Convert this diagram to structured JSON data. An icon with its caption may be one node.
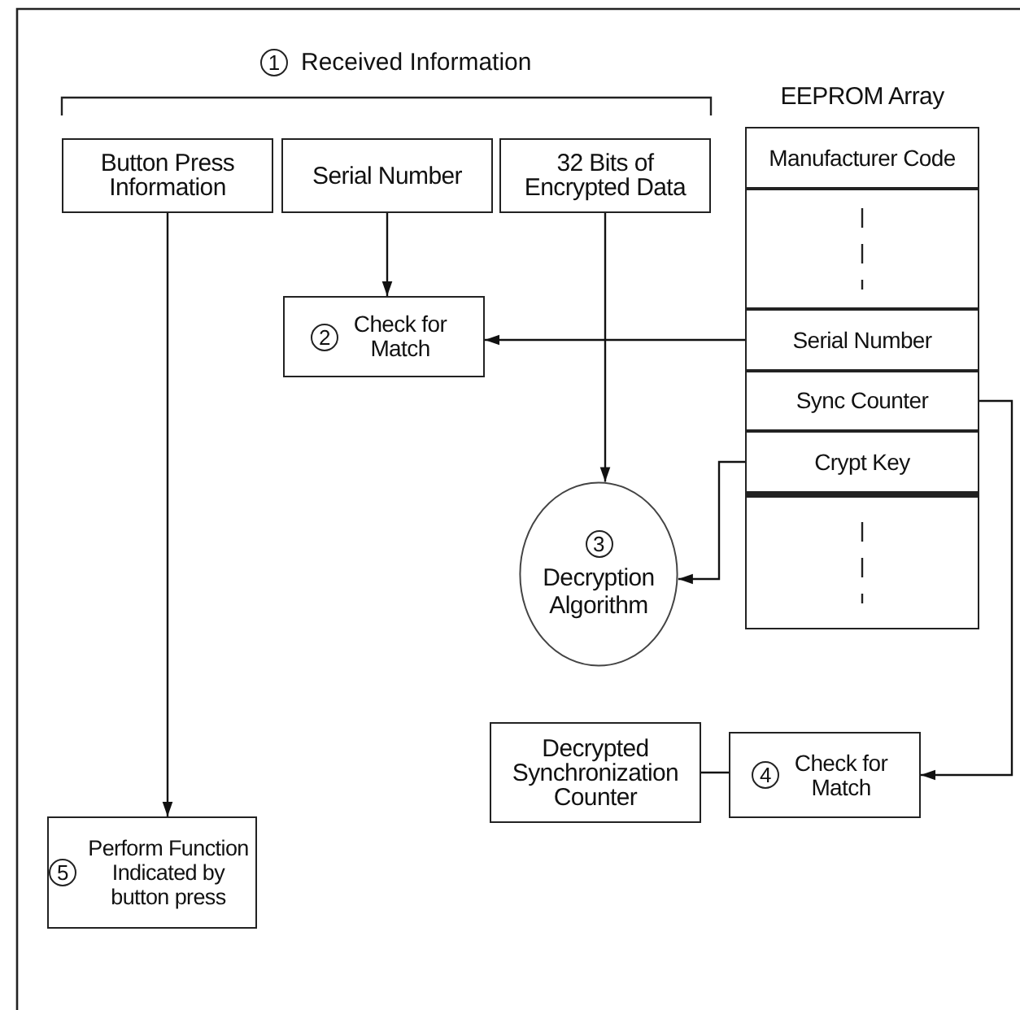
{
  "diagram": {
    "nodes": [
      {
        "text": [
          "Button Press Information"
        ]
      },
      {
        "text": [
          "Serial Number"
        ]
      },
      {
        "text": [
          "32 Bits of Encrypted Data"
        ]
      },
      {
        "text": [
          "EEPROM Array"
        ]
      },
      {
        "text": [
          "Manufacturer Code"
        ],
        "in": 3
      },
      {
        "text": [],
        "shape": "box",
        "in": 3
      },
      {
        "text": [
          "Serial Number"
        ],
        "in": 3
      },
      {
        "text": [
          "Sync Counter"
        ],
        "in": 3
      },
      {
        "text": [
          "Crypt Key"
        ],
        "in": 3
      },
      {
        "text": [],
        "shape": "box",
        "in": 3
      },
      {
        "text": [
          "2",
          "Check for Match"
        ]
      },
      {
        "text": [
          "3",
          "Decryption Algorithm"
        ]
      },
      {
        "text": [
          "Decrypted Synchronization Counter"
        ]
      },
      {
        "text": [
          "4",
          "Check for Match"
        ]
      },
      {
        "text": [
          "5",
          "Perform Function Indicated by button press"
        ]
      }
    ],
    "edges": [
      {
        "from": 0,
        "to": 14,
        "arrow": "to"
      },
      {
        "from": 1,
        "to": 10,
        "arrow": "to"
      },
      {
        "from": 2,
        "to": 11,
        "arrow": "to"
      },
      {
        "from": 6,
        "to": 10,
        "arrow": "to"
      },
      {
        "from": 8,
        "to": 11,
        "arrow": "to"
      },
      {
        "from": 7,
        "to": 13,
        "arrow": "to"
      },
      {
        "from": 12,
        "to": 13,
        "arrow": "none"
      }
    ],
    "labels": [
      "1",
      "Received Information"
    ]
  }
}
